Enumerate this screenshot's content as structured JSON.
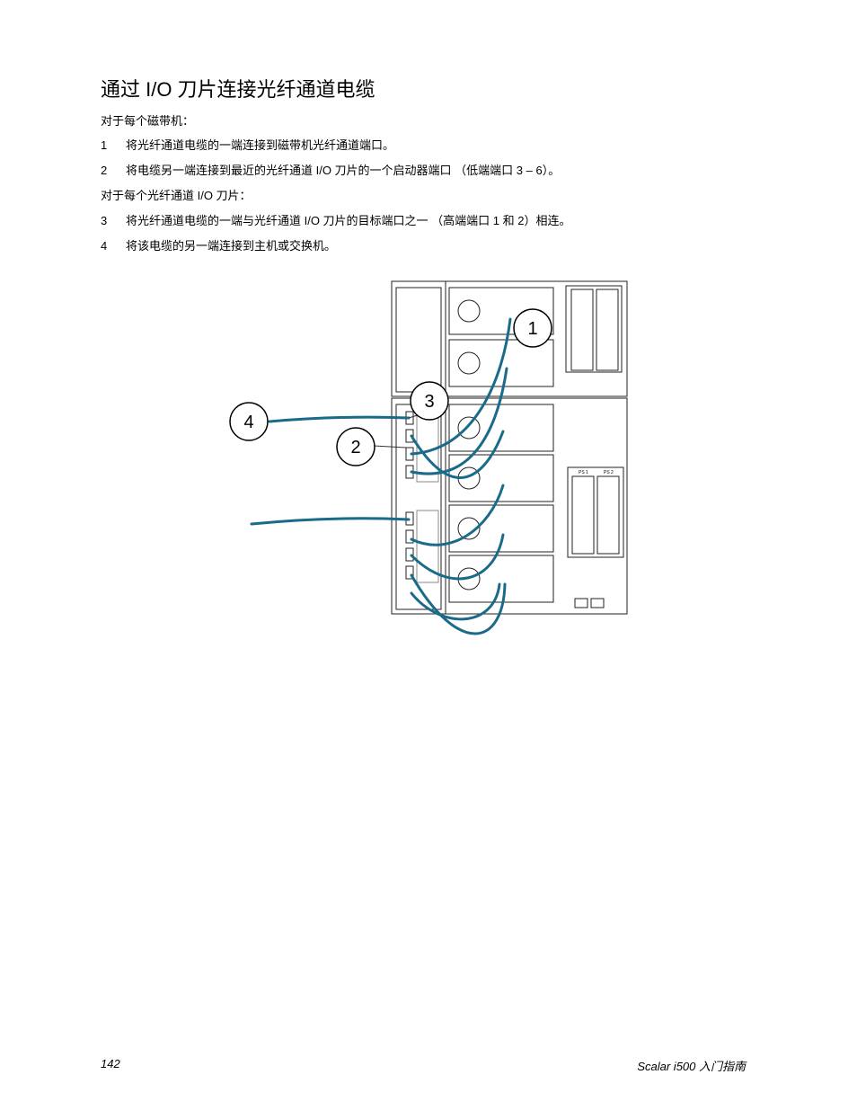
{
  "title": "通过 I/O 刀片连接光纤通道电缆",
  "intro1": "对于每个磁带机：",
  "steps_a": [
    {
      "num": "1",
      "text": "将光纤通道电缆的一端连接到磁带机光纤通道端口。"
    },
    {
      "num": "2",
      "text": "将电缆另一端连接到最近的光纤通道 I/O 刀片的一个启动器端口 （低端端口 3 – 6）。"
    }
  ],
  "intro2": "对于每个光纤通道 I/O 刀片：",
  "steps_b": [
    {
      "num": "3",
      "text": "将光纤通道电缆的一端与光纤通道 I/O 刀片的目标端口之一 （高端端口 1 和 2）相连。"
    },
    {
      "num": "4",
      "text": "将该电缆的另一端连接到主机或交换机。"
    }
  ],
  "figure": {
    "callouts": [
      "1",
      "2",
      "3",
      "4"
    ],
    "ps_labels": [
      "PS 1",
      "PS 2"
    ],
    "cable_color": "#1a6b8a"
  },
  "footer": {
    "page_number": "142",
    "book_title": "Scalar i500 入门指南"
  }
}
